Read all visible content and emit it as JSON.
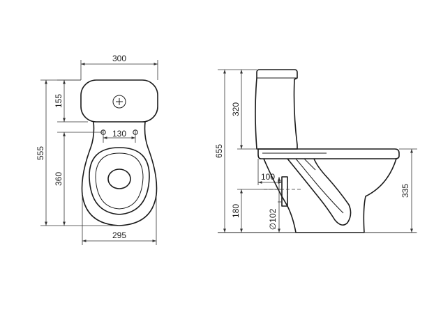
{
  "dimensions": {
    "top_width": "300",
    "cistern_depth": "155",
    "fixing_spacing": "130",
    "total_length": "555",
    "bowl_length": "360",
    "bowl_width": "295",
    "total_height": "655",
    "cistern_height": "320",
    "outlet_offset": "100",
    "outlet_height": "180",
    "pan_height": "335",
    "outlet_diameter": "∅102"
  },
  "colors": {
    "line": "#1a1a1a",
    "background": "#ffffff"
  }
}
